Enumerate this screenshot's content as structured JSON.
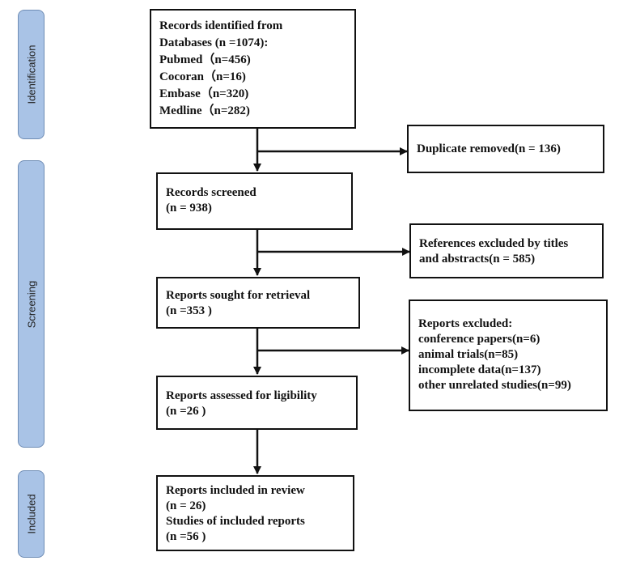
{
  "phases": {
    "identification": "Identification",
    "screening": "Screening",
    "included": "Included"
  },
  "boxes": {
    "identified": [
      "Records identified from",
      "Databases (n =1074):",
      "Pubmed（n=456)",
      "Cocoran（n=16)",
      "Embase（n=320)",
      "Medline（n=282)"
    ],
    "duplicate": [
      "Duplicate removed(n = 136)"
    ],
    "screened": [
      "Records screened",
      "(n = 938)"
    ],
    "excluded_titles": [
      "References excluded by titles",
      "and  abstracts(n = 585)"
    ],
    "retrieval": [
      "Reports sought for retrieval",
      "(n =353 )"
    ],
    "reports_excluded": [
      "Reports excluded:",
      "conference papers(n=6)",
      "animal trials(n=85)",
      "incomplete data(n=137)",
      "other unrelated studies(n=99)"
    ],
    "assessed": [
      "Reports assessed for ligibility",
      "(n =26 )"
    ],
    "included": [
      "Reports included in review",
      "(n = 26)",
      "Studies of included reports",
      "(n =56 )"
    ]
  }
}
